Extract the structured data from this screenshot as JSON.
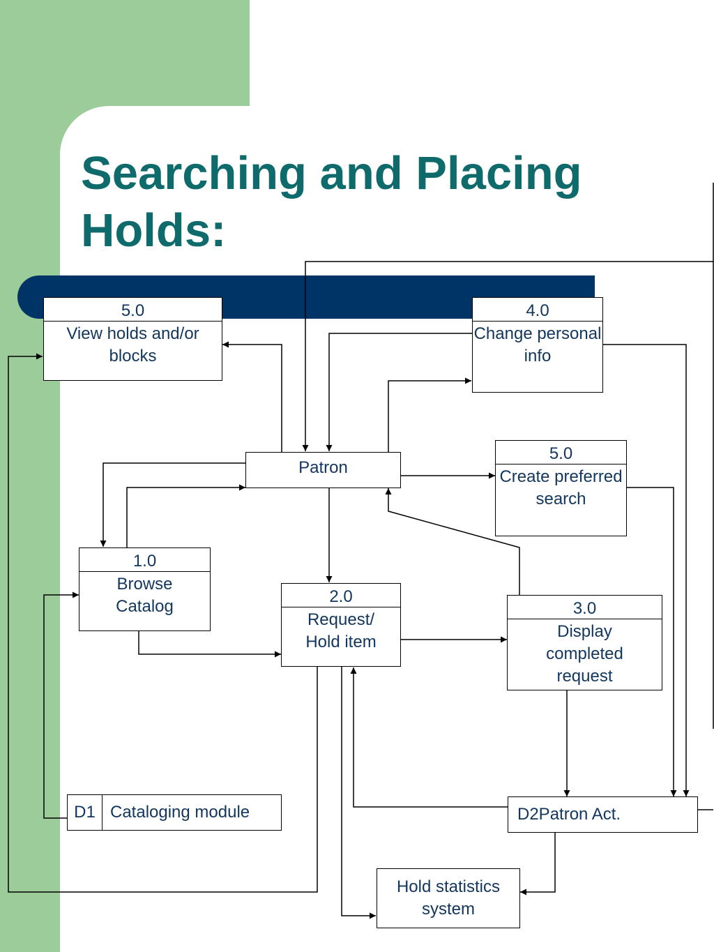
{
  "slide": {
    "title": "Searching and Placing Holds:",
    "colors": {
      "title_color": "#0f6b6b",
      "accent_green": "#9ccc99",
      "bar_navy": "#003366",
      "node_text": "#12365e"
    }
  },
  "diagram": {
    "processes": {
      "p5a": {
        "number": "5.0",
        "label": "View holds and/or blocks"
      },
      "p4": {
        "number": "4.0",
        "label": "Change personal info"
      },
      "p5b": {
        "number": "5.0",
        "label": "Create preferred search"
      },
      "p1": {
        "number": "1.0",
        "label": "Browse Catalog"
      },
      "p2": {
        "number": "2.0",
        "label": "Request/ Hold item"
      },
      "p3": {
        "number": "3.0",
        "label": "Display completed request"
      }
    },
    "entities": {
      "patron": "Patron",
      "hold_stats": "Hold statistics system"
    },
    "stores": {
      "d1": {
        "id": "D1",
        "name": "Cataloging module"
      },
      "d2": {
        "label": "D2Patron Act."
      }
    }
  }
}
